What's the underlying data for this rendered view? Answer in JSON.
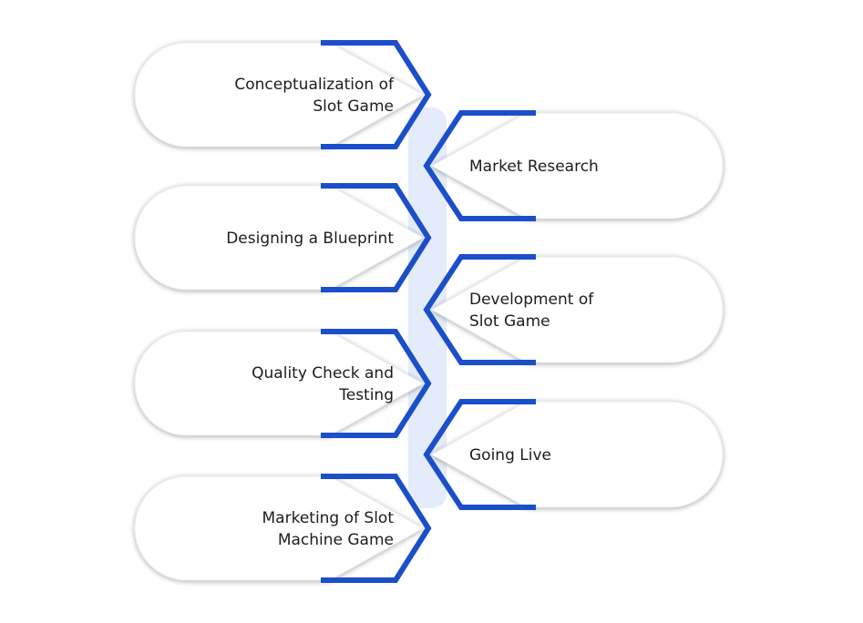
{
  "colors": {
    "accent": "#1B4FC9",
    "connector": "#E4ECFB",
    "pill_fill": "#FFFFFF",
    "pill_shadow": "#D5D9E0",
    "text": "#1C1C1C"
  },
  "steps": [
    {
      "side": "left",
      "lines": [
        "Conceptualization of",
        "Slot Game"
      ]
    },
    {
      "side": "right",
      "lines": [
        "Market Research"
      ]
    },
    {
      "side": "left",
      "lines": [
        "Designing a Blueprint"
      ]
    },
    {
      "side": "right",
      "lines": [
        "Development of",
        "Slot Game"
      ]
    },
    {
      "side": "left",
      "lines": [
        "Quality Check and",
        "Testing"
      ]
    },
    {
      "side": "right",
      "lines": [
        "Going Live"
      ]
    },
    {
      "side": "left",
      "lines": [
        "Marketing of Slot",
        "Machine Game"
      ]
    }
  ]
}
